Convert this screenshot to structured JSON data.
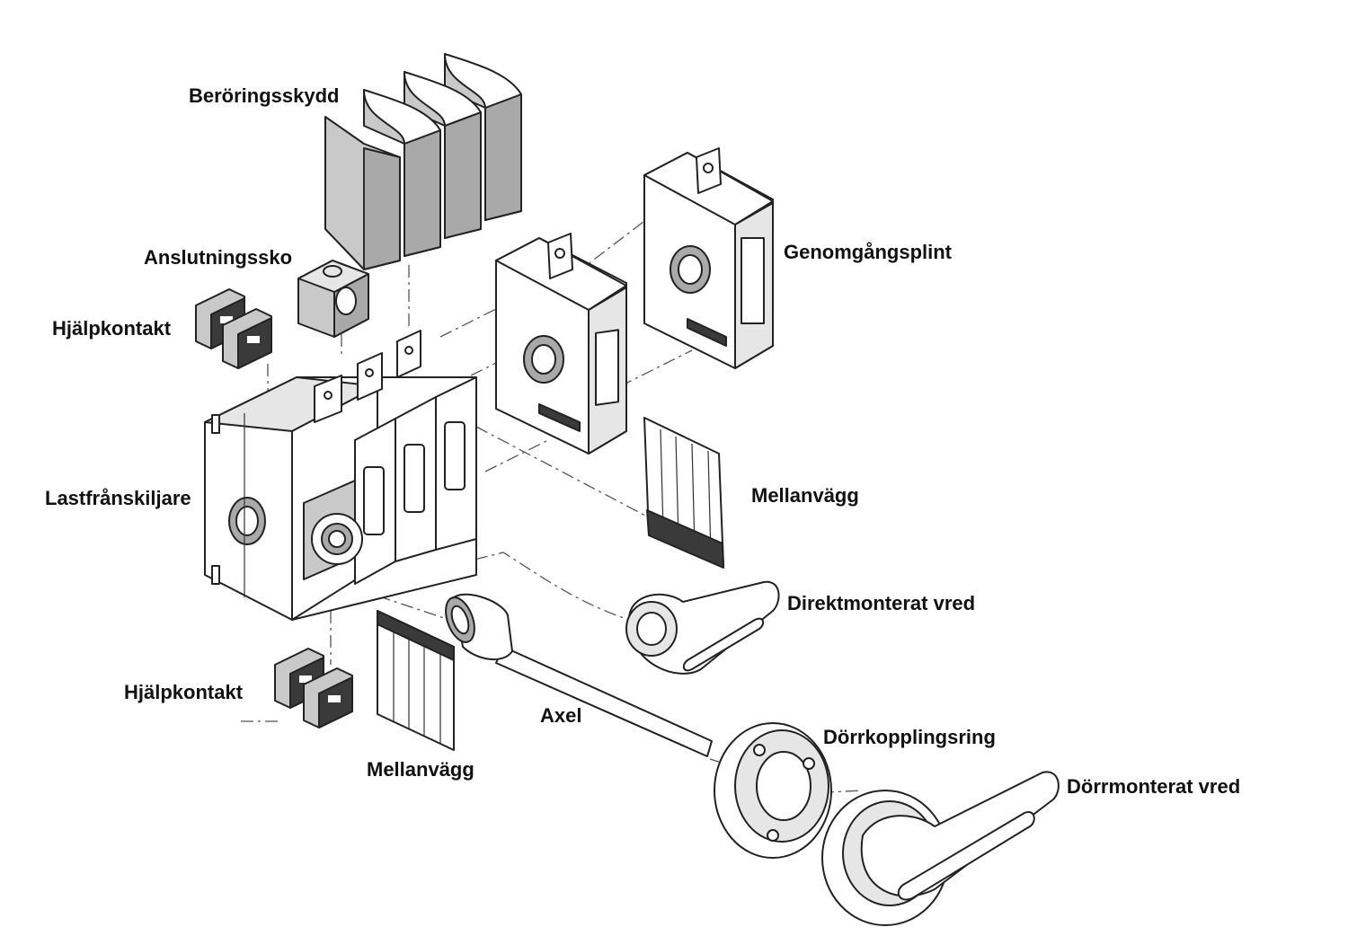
{
  "labels": {
    "beroringsskydd": "Beröringsskydd",
    "anslutningssko": "Anslutningssko",
    "hjalpkontakt_top": "Hjälpkontakt",
    "genomgangsplint": "Genomgångsplint",
    "lastfranskiljare": "Lastfrånskiljare",
    "mellanvagg_right": "Mellanvägg",
    "direktmonterat_vred": "Direktmonterat vred",
    "hjalpkontakt_bottom": "Hjälpkontakt",
    "axel": "Axel",
    "dorrkopplingsring": "Dörrkopplingsring",
    "mellanvagg_bottom": "Mellanvägg",
    "dorrmonterat_vred": "Dörrmonterat vred"
  },
  "colors": {
    "part_fill": "#c9c9c9",
    "part_dark": "#a9a9a9",
    "outline": "#222222",
    "background": "#ffffff"
  }
}
